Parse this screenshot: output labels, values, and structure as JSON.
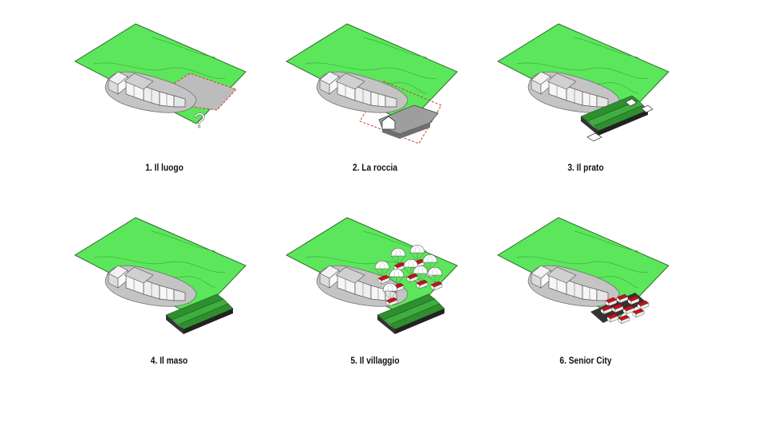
{
  "panels": [
    {
      "caption": "1. Il luogo"
    },
    {
      "caption": "2. La roccia"
    },
    {
      "caption": "3. Il prato"
    },
    {
      "caption": "4. Il maso"
    },
    {
      "caption": "5. Il villaggio"
    },
    {
      "caption": "6. Senior City"
    }
  ],
  "question_mark": "?",
  "colors": {
    "ground": "#5ce65c",
    "ground_stroke": "#2c6e2c",
    "contour": "#3fae3f",
    "rock": "#bcbcbc",
    "boundary": "#d43a2a",
    "meadow": "#2f8f2f",
    "roof": "#c8101a",
    "building": "#ffffff",
    "dark": "#333333"
  }
}
